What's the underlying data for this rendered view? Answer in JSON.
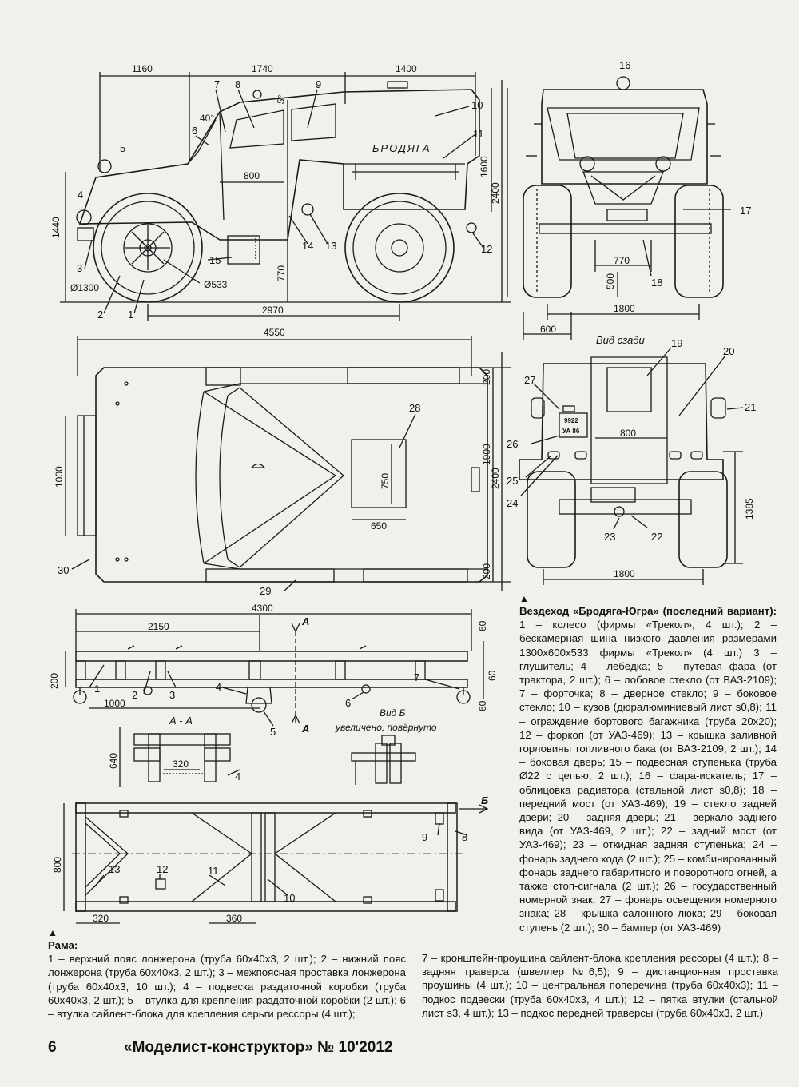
{
  "views": {
    "side": {
      "dims": {
        "front": "1160",
        "mid": "1740",
        "rear": "1400",
        "angle": "40°",
        "tilt": "5°",
        "height_total": "1440",
        "height_body": "1600",
        "height_full": "2400",
        "door": "800",
        "wheel_d": "Ø1300",
        "rim_d": "Ø533",
        "clearance": "770",
        "wheelbase": "2970"
      },
      "label": "БРОДЯГА",
      "callouts": [
        "1",
        "2",
        "3",
        "4",
        "5",
        "6",
        "7",
        "8",
        "9",
        "10",
        "11",
        "12",
        "13",
        "14",
        "15"
      ]
    },
    "front": {
      "callouts": [
        "16",
        "17",
        "18"
      ],
      "dims": {
        "axle": "770",
        "ground": "500",
        "track": "1800",
        "wheel": "600"
      }
    },
    "rear": {
      "title": "Вид сзади",
      "callouts": [
        "19",
        "20",
        "21",
        "22",
        "23",
        "24",
        "25",
        "26",
        "27"
      ],
      "plate_top": "9922",
      "plate_bottom": "УА 86",
      "dims": {
        "door": "800",
        "height": "1385",
        "track": "1800"
      }
    },
    "top": {
      "callouts": [
        "28",
        "29",
        "30"
      ],
      "dims": {
        "length": "4550",
        "width_front": "1000",
        "step_top": "200",
        "step_bottom": "200",
        "body": "1900",
        "overall": "2400",
        "hatch_l": "750",
        "hatch_w": "650"
      }
    },
    "frame_side": {
      "callouts": [
        "1",
        "2",
        "3",
        "4",
        "5",
        "6",
        "7"
      ],
      "section": "А",
      "dims": {
        "length": "4300",
        "half": "2150",
        "h": "200",
        "front": "1000",
        "t1": "60",
        "t2": "60",
        "t3": "60"
      }
    },
    "section_aa": {
      "title": "А - А",
      "dims": {
        "h": "640",
        "w": "320"
      },
      "callout": "4"
    },
    "view_b": {
      "title": "Вид Б",
      "subtitle": "увеличено, повёрнуто"
    },
    "frame_top": {
      "callouts": [
        "8",
        "9",
        "10",
        "11",
        "12",
        "13"
      ],
      "arrow": "Б",
      "dims": {
        "w": "800",
        "a": "320",
        "b": "360"
      }
    }
  },
  "caption_vehicle": {
    "title": "Вездеход «Бродяга-Югра» (последний вариант):",
    "body": "1 – колесо (фирмы «Трекол», 4 шт.); 2 – бескамерная шина низкого давления размерами 1300х600х533 фирмы «Трекол» (4 шт.) 3 – глушитель; 4 – лебёдка; 5 – путевая фара (от трактора, 2 шт.); 6 – лобовое стекло (от ВАЗ-2109); 7 – форточка; 8 – дверное стекло; 9 – боковое стекло; 10 – кузов (дюралюминиевый лист s0,8); 11 – ограждение бортового багажника (труба 20х20); 12 – форкоп (от УАЗ-469); 13 – крышка заливной горловины топливного бака (от ВАЗ-2109, 2 шт.); 14 – боковая дверь; 15 – подвесная ступенька (труба Ø22 с цепью, 2 шт.); 16 – фара-искатель; 17 – облицовка радиатора (стальной лист s0,8); 18 – передний мост (от УАЗ-469); 19 – стекло задней двери; 20 – задняя дверь; 21 – зеркало заднего вида (от УАЗ-469, 2 шт.); 22 – задний мост (от УАЗ-469); 23 – откидная задняя ступенька; 24 – фонарь заднего хода (2 шт.); 25 – комбинированный фонарь заднего габаритного и поворотного огней, а также стоп-сигнала (2 шт.); 26 – государственный номерной знак; 27 – фонарь освещения номерного знака; 28 – крышка салонного люка; 29 – боковая ступень (2 шт.); 30 – бампер (от УАЗ-469)"
  },
  "caption_frame": {
    "title": "Рама:",
    "col1": "1 – верхний пояс лонжерона (труба 60х40х3, 2 шт.); 2 – нижний пояс лонжерона (труба 60х40х3, 2 шт.); 3 – межпоясная проставка лонжерона (труба 60х40х3, 10 шт.); 4 – подвеска раздаточной коробки (труба 60х40х3, 2 шт.); 5 – втулка для крепления раздаточной коробки (2 шт.); 6 – втулка сайлент-блока для крепления серьги рессоры (4 шт.);",
    "col2": "7 – кронштейн-проушина сайлент-блока крепления рессоры (4 шт.); 8 – задняя траверса (швеллер №6,5); 9 – дистанционная проставка проушины (4 шт.); 10 – центральная поперечина (труба 60х40х3); 11 – подкос подвески (труба 60х40х3, 4 шт.); 12 – пятка втулки (стальной лист s3, 4 шт.); 13 – подкос передней траверсы (труба 60х40х3, 2 шт.)"
  },
  "footer": {
    "page": "6",
    "magazine": "«Моделист-конструктор» № 10'2012"
  }
}
